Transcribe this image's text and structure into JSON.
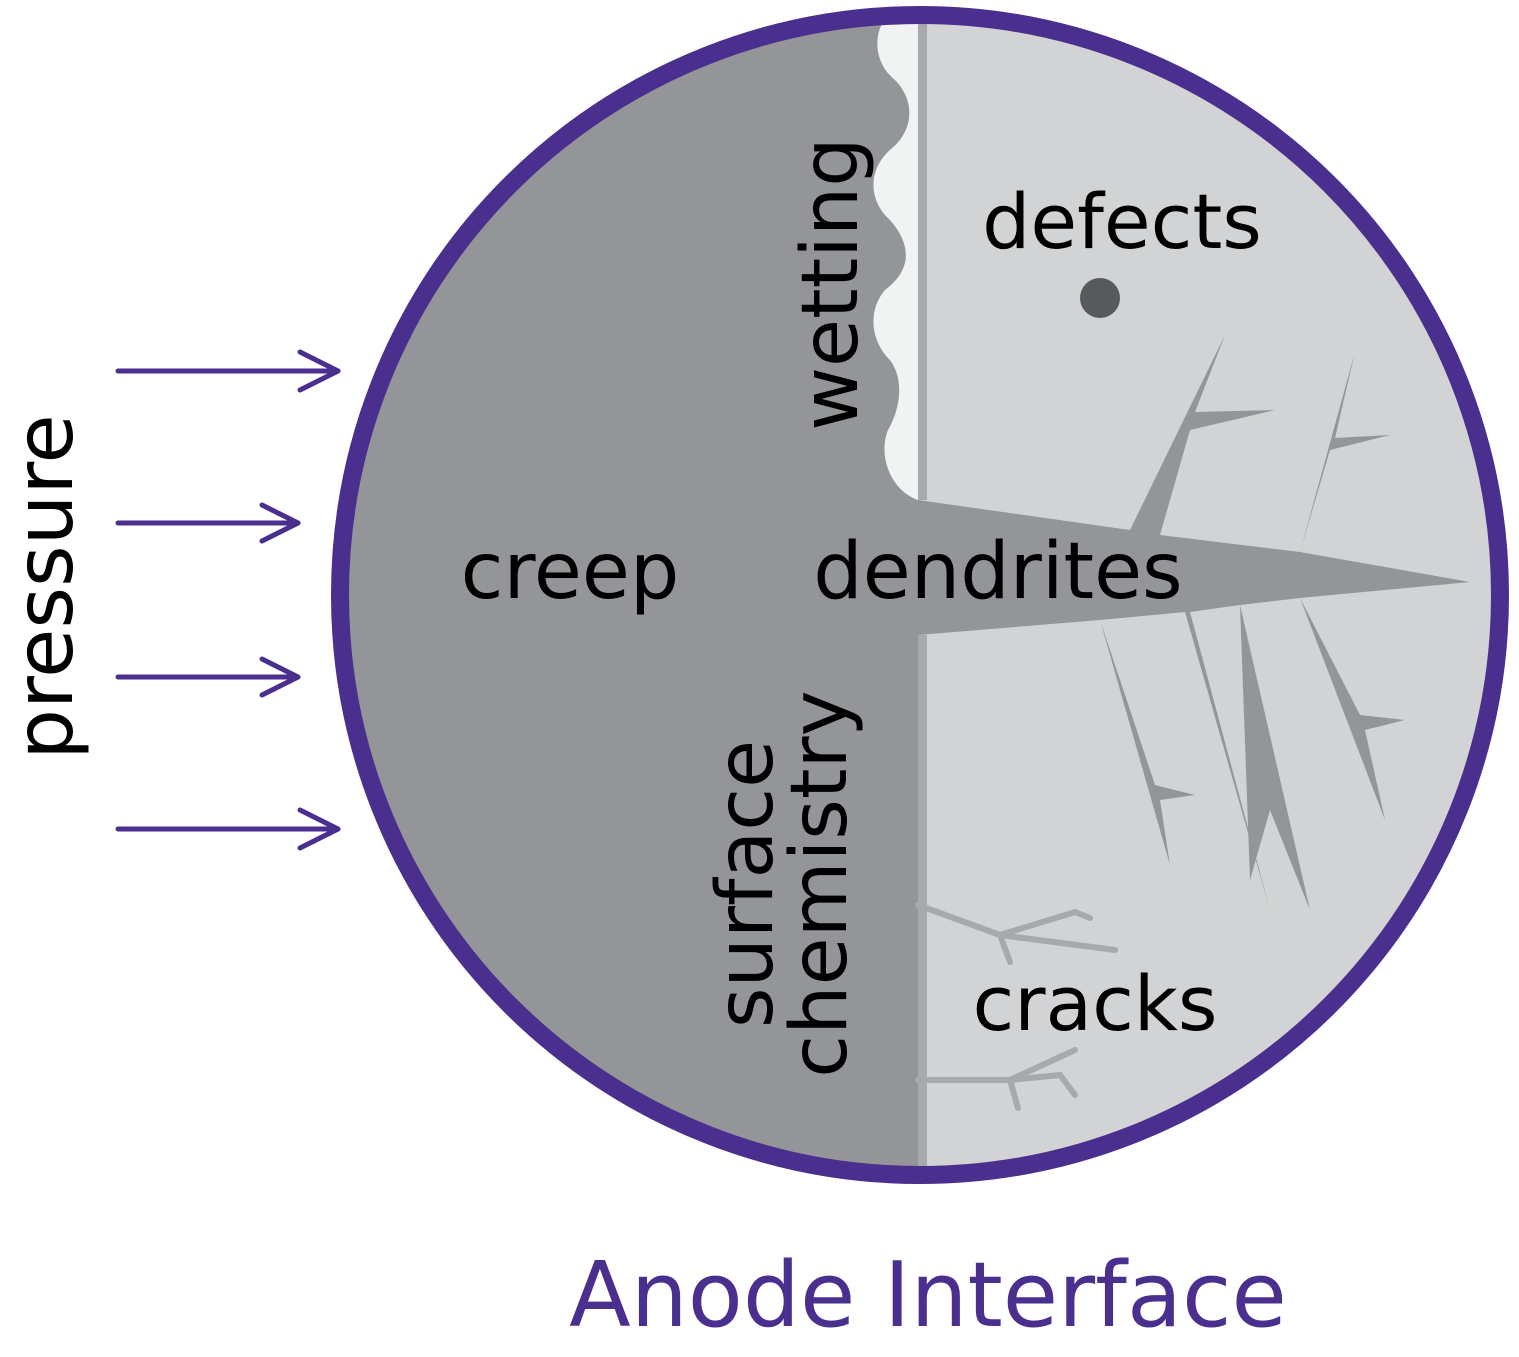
{
  "labels": {
    "pressure": "pressure",
    "wetting": "wetting",
    "defects": "defects",
    "creep": "creep",
    "dendrites": "dendrites",
    "surface": "surface",
    "chemistry": "chemistry",
    "cracks": "cracks"
  },
  "title": "Anode Interface",
  "colors": {
    "accent": "#4a2f8f",
    "anode_side": "#939598",
    "electrolyte_side": "#d1d3d4",
    "interface_line": "#a7a9ac",
    "wetting_gap": "#f1f2f2",
    "defect": "#58595b",
    "text": "#000000"
  },
  "icons": {
    "pressure_arrows": "arrow-right-icon",
    "defect": "dot-icon"
  }
}
